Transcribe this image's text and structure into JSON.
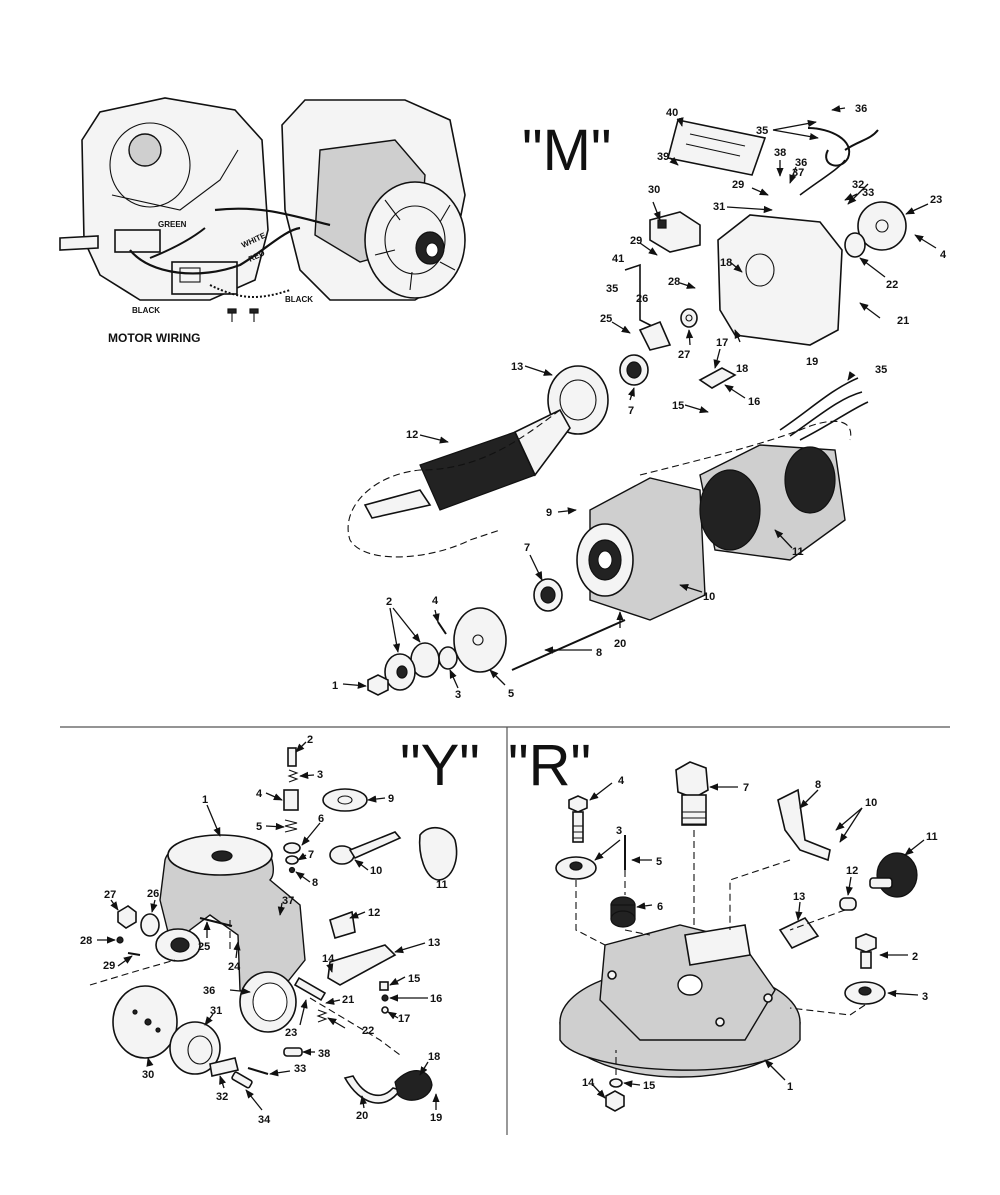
{
  "sections": {
    "m": {
      "label": "\"M\""
    },
    "y": {
      "label": "\"Y\""
    },
    "r": {
      "label": "\"R\""
    }
  },
  "motor_wiring": {
    "caption": "MOTOR WIRING",
    "wires": [
      "GREEN",
      "WHITE",
      "RED",
      "BLACK",
      "BLACK"
    ]
  },
  "callouts": {
    "m": [
      "1",
      "2",
      "3",
      "4",
      "5",
      "7",
      "7",
      "8",
      "9",
      "10",
      "11",
      "12",
      "13",
      "15",
      "16",
      "17",
      "18",
      "18",
      "19",
      "20",
      "21",
      "22",
      "23",
      "4",
      "25",
      "26",
      "27",
      "28",
      "29",
      "29",
      "30",
      "31",
      "32",
      "33",
      "35",
      "35",
      "35",
      "36",
      "36",
      "37",
      "38",
      "39",
      "40",
      "41"
    ],
    "y": [
      "1",
      "2",
      "3",
      "4",
      "5",
      "6",
      "7",
      "8",
      "9",
      "10",
      "11",
      "12",
      "13",
      "14",
      "15",
      "16",
      "17",
      "18",
      "19",
      "20",
      "21",
      "22",
      "23",
      "24",
      "25",
      "26",
      "27",
      "28",
      "29",
      "30",
      "31",
      "32",
      "33",
      "34",
      "36",
      "37",
      "38"
    ],
    "r": [
      "1",
      "2",
      "3",
      "3",
      "4",
      "5",
      "6",
      "7",
      "8",
      "10",
      "11",
      "12",
      "13",
      "14",
      "15"
    ]
  }
}
